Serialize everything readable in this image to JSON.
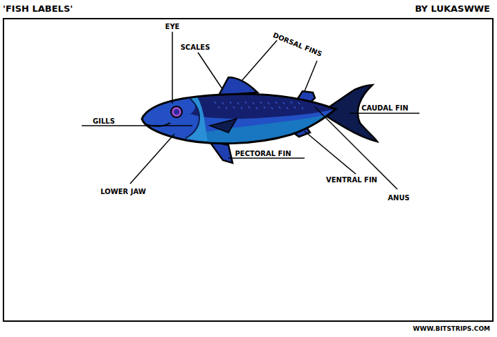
{
  "diagram": {
    "title": "'FISH LABELS'",
    "labels": [
      "BY LUKASWWE",
      "EYE",
      "SCALES",
      "DORSAL FINS",
      "GILLS",
      "CAUDAL FIN",
      "PECTORAL FIN",
      "LOWER JAW",
      "VENTRAL FIN",
      "ANUS",
      "WWW.BITSTRIPS.COM"
    ]
  }
}
